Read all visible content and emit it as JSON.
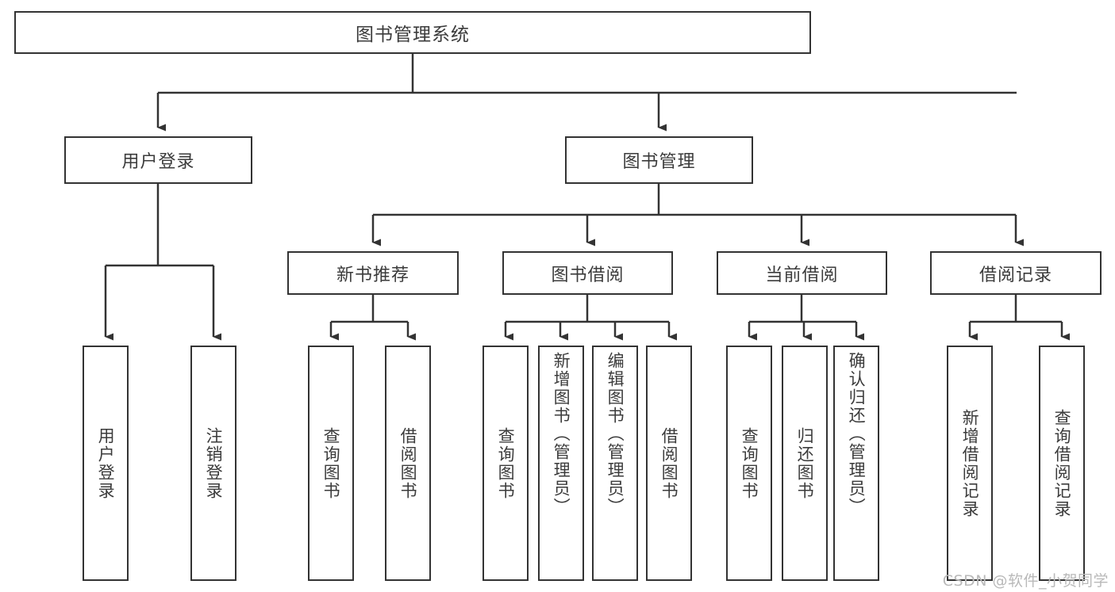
{
  "diagram": {
    "title": "图书管理系统",
    "type": "tree-hierarchy-diagram",
    "watermark": "CSDN @软件_小贺同学",
    "colors": {
      "stroke": "#333333",
      "fill": "#ffffff",
      "text": "#3b3b3b",
      "watermark": "#b9b9b9"
    },
    "levels": {
      "root": "图书管理系统",
      "level2": [
        "用户登录",
        "图书管理"
      ],
      "level3": [
        "新书推荐",
        "图书借阅",
        "当前借阅",
        "借阅记录"
      ]
    },
    "nodes": {
      "root": {
        "label": "图书管理系统"
      },
      "user_login": {
        "label": "用户登录"
      },
      "book_manage": {
        "label": "图书管理"
      },
      "new_book_rec": {
        "label": "新书推荐"
      },
      "book_borrow": {
        "label": "图书借阅"
      },
      "current_borrow": {
        "label": "当前借阅"
      },
      "borrow_record": {
        "label": "借阅记录"
      }
    },
    "leaves": {
      "user_login": [
        {
          "label": "用户登录"
        },
        {
          "label": "注销登录"
        }
      ],
      "new_book_rec": [
        {
          "label": "查询图书"
        },
        {
          "label": "借阅图书"
        }
      ],
      "book_borrow": [
        {
          "label": "查询图书"
        },
        {
          "label": "新增图书（管理员）"
        },
        {
          "label": "编辑图书（管理员）"
        },
        {
          "label": "借阅图书"
        }
      ],
      "current_borrow": [
        {
          "label": "查询图书"
        },
        {
          "label": "归还图书"
        },
        {
          "label": "确认归还（管理员）"
        }
      ],
      "borrow_record": [
        {
          "label": "新增借阅记录"
        },
        {
          "label": "查询借阅记录"
        }
      ]
    }
  }
}
